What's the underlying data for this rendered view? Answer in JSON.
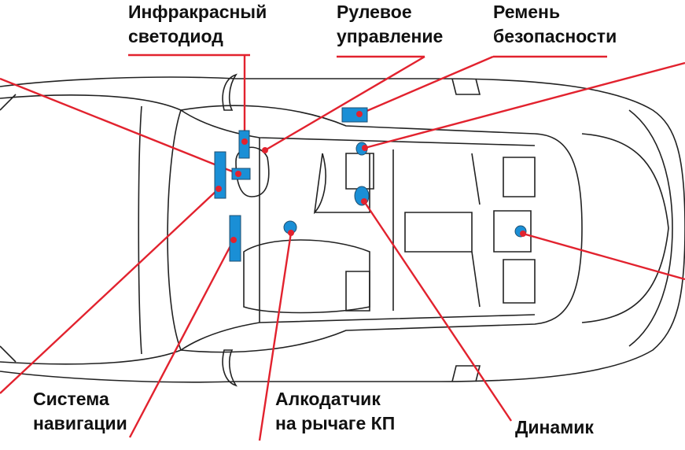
{
  "labels": {
    "ir_led": [
      "Инфракрасный",
      "светодиод"
    ],
    "steering": [
      "Рулевое",
      "управление"
    ],
    "seatbelt": [
      "Ремень",
      "безопасности"
    ],
    "navigation": [
      "Система",
      "навигации"
    ],
    "alco_sensor": [
      "Алкодатчик",
      "на рычаге КП"
    ],
    "speaker": [
      "Динамик"
    ]
  },
  "colors": {
    "line": "#e2222e",
    "component": "#1a8fd6",
    "outline": "#222222"
  }
}
